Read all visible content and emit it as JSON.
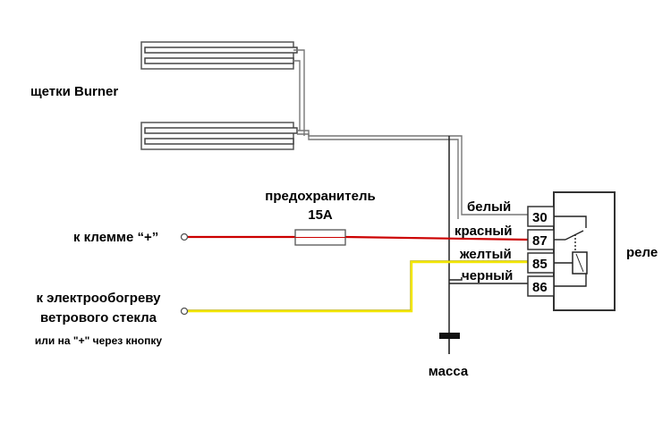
{
  "labels": {
    "brushes": "щетки Burner",
    "fuse_line1": "предохранитель",
    "fuse_line2": "15А",
    "terminal_plus": "к клемме “+”",
    "defroster_line1": "к электрообогреву",
    "defroster_line2": "ветрового стекла",
    "defroster_line3": "или на \"+\" через кнопку",
    "ground": "масса",
    "relay": "реле"
  },
  "wires": [
    {
      "name": "белый",
      "pin": "30",
      "color": "#ffffff"
    },
    {
      "name": "красный",
      "pin": "87",
      "color": "#cc0000"
    },
    {
      "name": "желтый",
      "pin": "85",
      "color": "#f2e600"
    },
    {
      "name": "черный",
      "pin": "86",
      "color": "#222222"
    }
  ],
  "colors": {
    "red_wire": "#cc0000",
    "yellow_wire": "#f2e600",
    "gray_wire": "#888888",
    "black_wire": "#222222"
  }
}
